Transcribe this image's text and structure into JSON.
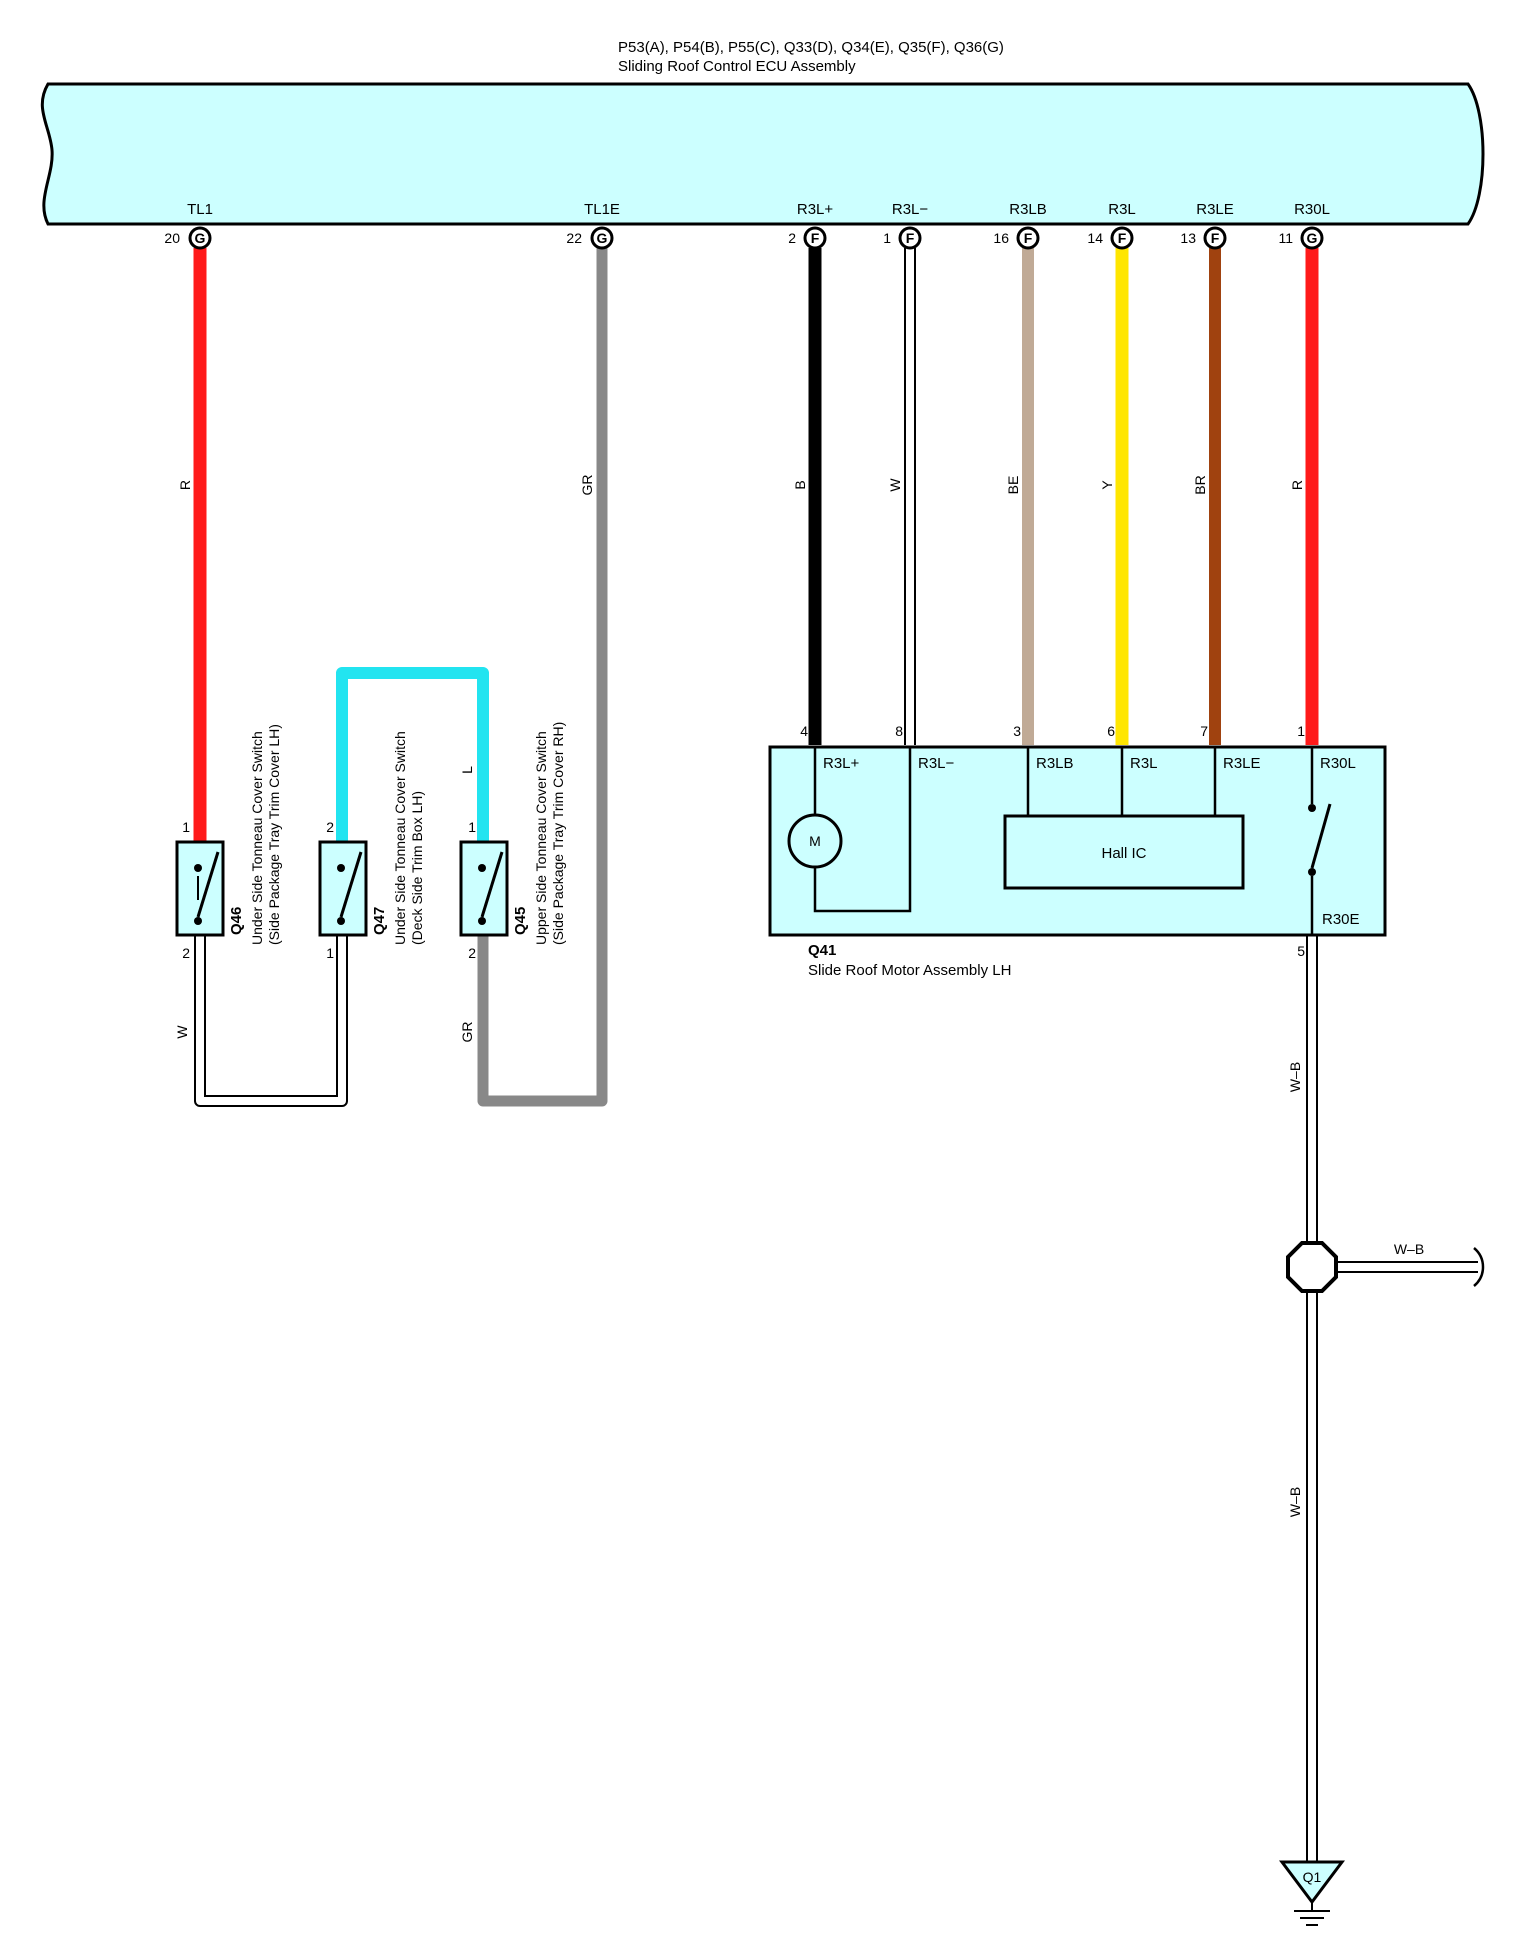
{
  "ecu": {
    "connectors": "P53(A), P54(B), P55(C), Q33(D), Q34(E), Q35(F), Q36(G)",
    "name": "Sliding Roof Control ECU Assembly",
    "fill": "#ccffff",
    "pins": [
      {
        "term": "TL1",
        "pin": "20",
        "conn": "G"
      },
      {
        "term": "TL1E",
        "pin": "22",
        "conn": "G"
      },
      {
        "term": "R3L+",
        "pin": "2",
        "conn": "F"
      },
      {
        "term": "R3L−",
        "pin": "1",
        "conn": "F"
      },
      {
        "term": "R3LB",
        "pin": "16",
        "conn": "F"
      },
      {
        "term": "R3L",
        "pin": "14",
        "conn": "F"
      },
      {
        "term": "R3LE",
        "pin": "13",
        "conn": "F"
      },
      {
        "term": "R30L",
        "pin": "11",
        "conn": "G"
      }
    ]
  },
  "wires": [
    {
      "code": "R",
      "color": "#ff1a1a"
    },
    {
      "code": "GR",
      "color": "#888888"
    },
    {
      "code": "B",
      "color": "#000000"
    },
    {
      "code": "W",
      "color": "#ffffff"
    },
    {
      "code": "BE",
      "color": "#c0aa96"
    },
    {
      "code": "Y",
      "color": "#ffe600"
    },
    {
      "code": "BR",
      "color": "#a0420f"
    },
    {
      "code": "R",
      "color": "#ff1a1a"
    },
    {
      "code": "L",
      "color": "#22e4f0"
    },
    {
      "code": "W",
      "color": "#ffffff"
    },
    {
      "code": "GR",
      "color": "#888888"
    },
    {
      "code": "W–B",
      "color": "#ffffff"
    },
    {
      "code": "W–B",
      "color": "#ffffff"
    },
    {
      "code": "W–B",
      "color": "#ffffff"
    }
  ],
  "switches": [
    {
      "id": "Q46",
      "line1": "Under Side Tonneau Cover Switch",
      "line2": "(Side Package Tray Trim Cover LH)",
      "pin_top": "1",
      "pin_bottom": "2"
    },
    {
      "id": "Q47",
      "line1": "Under Side Tonneau Cover Switch",
      "line2": "(Deck Side Trim Box LH)",
      "pin_top": "2",
      "pin_bottom": "1"
    },
    {
      "id": "Q45",
      "line1": "Upper Side Tonneau Cover Switch",
      "line2": "(Side Package Tray Trim Cover RH)",
      "pin_top": "1",
      "pin_bottom": "2"
    }
  ],
  "motor": {
    "id": "Q41",
    "name": "Slide Roof Motor Assembly LH",
    "motor_symbol": "M",
    "hall": "Hall IC",
    "pins": [
      {
        "pin": "4",
        "term": "R3L+"
      },
      {
        "pin": "8",
        "term": "R3L−"
      },
      {
        "pin": "3",
        "term": "R3LB"
      },
      {
        "pin": "6",
        "term": "R3L"
      },
      {
        "pin": "7",
        "term": "R3LE"
      },
      {
        "pin": "1",
        "term": "R30L"
      }
    ],
    "ground_pin": "5",
    "ground_term": "R30E"
  },
  "ground": {
    "id": "Q1"
  }
}
